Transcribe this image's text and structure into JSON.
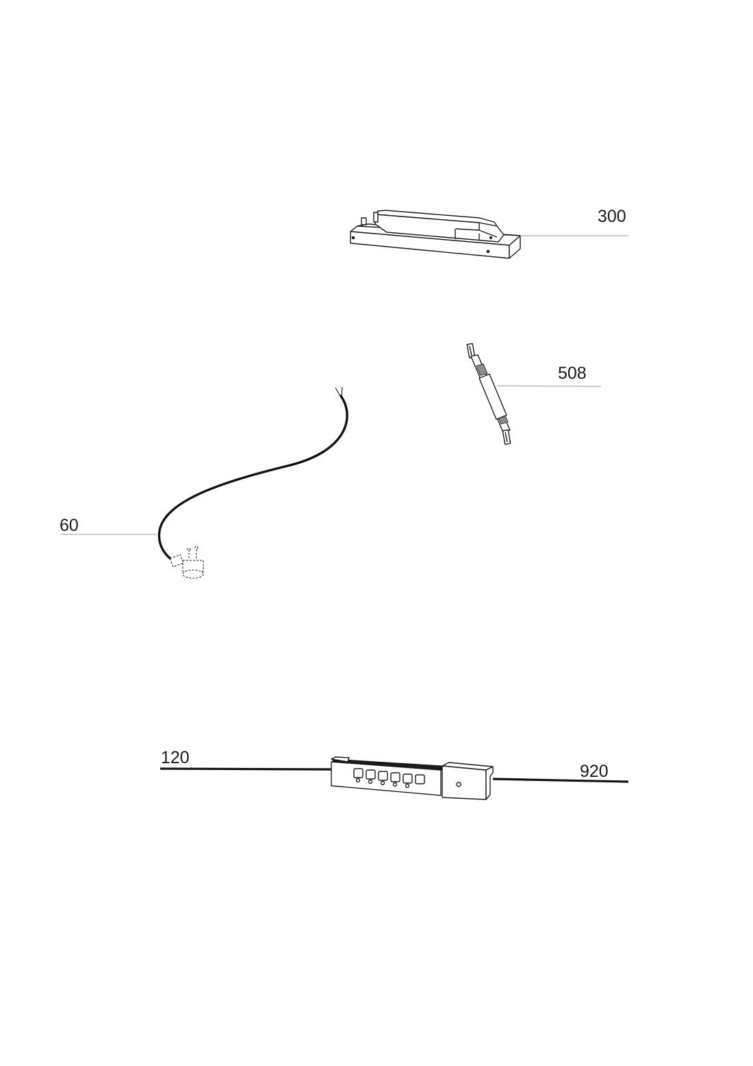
{
  "callouts": {
    "transformer": "300",
    "flat_cable": "508",
    "power_cord": "60",
    "control_panel": "120",
    "cable_right": "920"
  },
  "colors": {
    "ink": "#1a1a1a",
    "leader": "#9a9a9a",
    "background": "#ffffff"
  }
}
